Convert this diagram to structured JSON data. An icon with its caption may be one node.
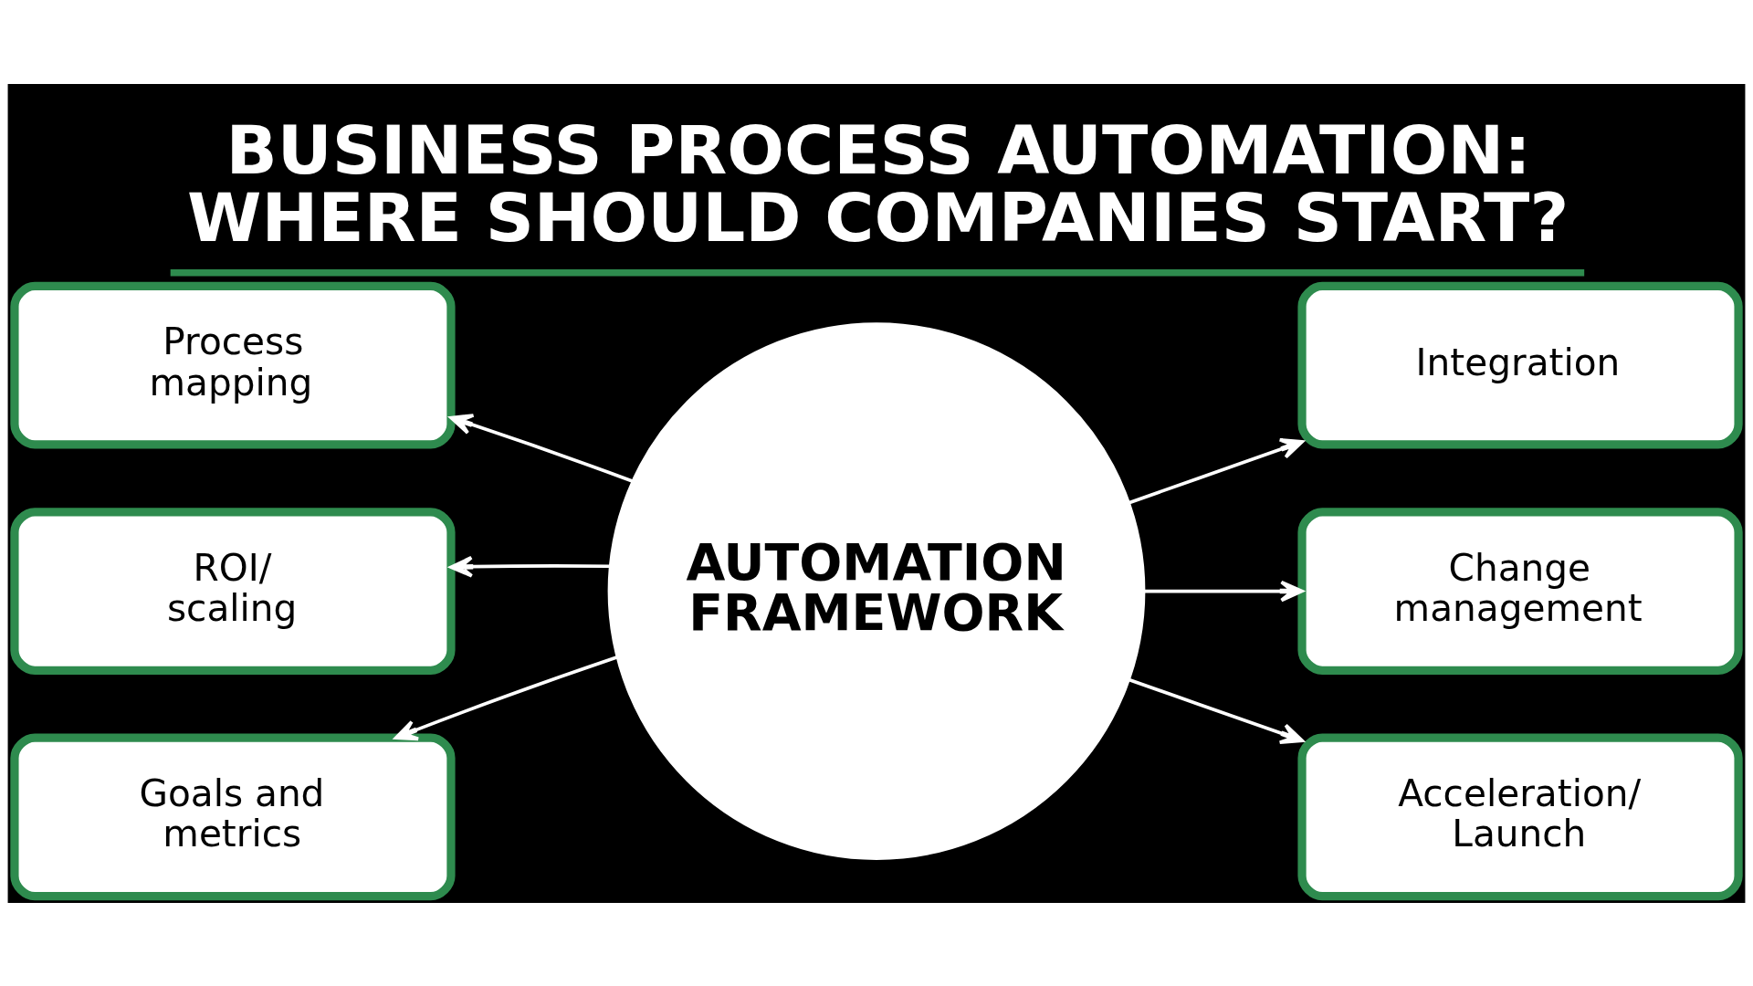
{
  "diagram": {
    "title": "BUSINESS PROCESS AUTOMATION: WHERE SHOULD COMPANIES START?",
    "nodes": [
      {
        "text": [
          "Process mapping"
        ]
      },
      {
        "text": [
          "AUTOMATION FRAMEWORK"
        ]
      },
      {
        "text": [
          "Integration"
        ]
      },
      {
        "text": [
          "ROI/ scaling"
        ]
      },
      {
        "text": [
          "Change management"
        ]
      },
      {
        "text": [
          "Goals and metrics"
        ]
      },
      {
        "text": [
          "Acceleration/ Launch"
        ]
      }
    ],
    "edges": [
      {
        "from": 1,
        "to": 0,
        "arrow": "to"
      },
      {
        "from": 1,
        "to": 2,
        "arrow": "to"
      },
      {
        "from": 1,
        "to": 3,
        "arrow": "to"
      },
      {
        "from": 1,
        "to": 4,
        "arrow": "to"
      },
      {
        "from": 1,
        "to": 5,
        "arrow": "to"
      },
      {
        "from": 1,
        "to": 6,
        "arrow": "to"
      }
    ]
  }
}
